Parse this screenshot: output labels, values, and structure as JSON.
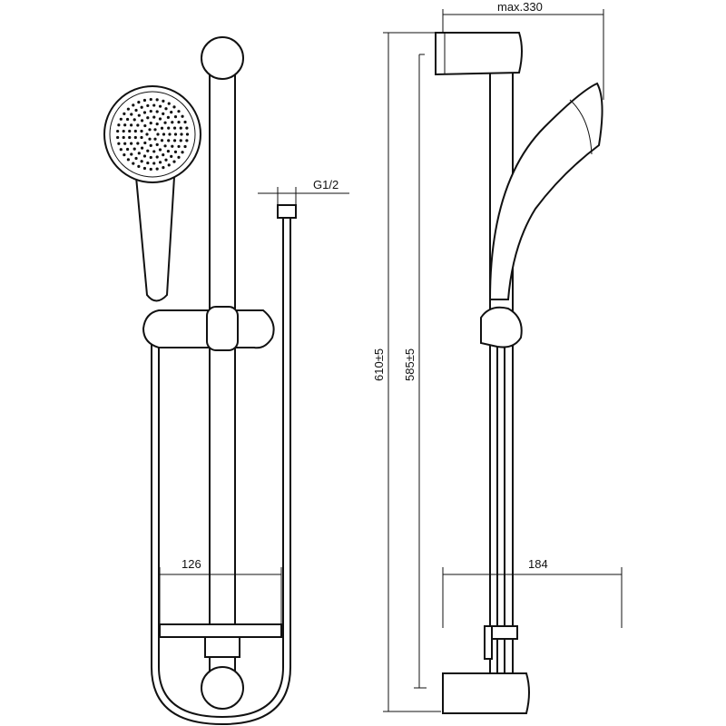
{
  "drawing": {
    "dimensions": {
      "max_width": "max.330",
      "connector_thread": "G1/2",
      "shelf_width_front": "126",
      "shelf_depth_side": "184",
      "total_height": "610±5",
      "rail_height": "585±5"
    }
  }
}
